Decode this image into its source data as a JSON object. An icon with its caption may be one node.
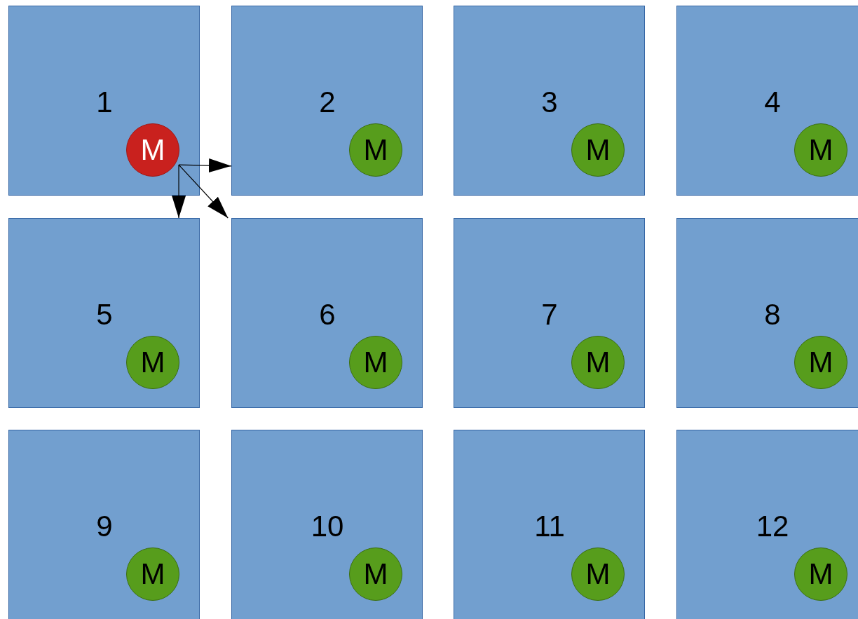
{
  "diagram": {
    "nodes": [
      {
        "text": [
          "1"
        ]
      },
      {
        "text": [
          "M"
        ],
        "in": 0
      },
      {
        "text": [
          "2"
        ]
      },
      {
        "text": [
          "M"
        ],
        "in": 2
      },
      {
        "text": [
          "3"
        ]
      },
      {
        "text": [
          "M"
        ],
        "in": 4
      },
      {
        "text": [
          "4"
        ]
      },
      {
        "text": [
          "M"
        ],
        "in": 6
      },
      {
        "text": [
          "5"
        ]
      },
      {
        "text": [
          "M"
        ],
        "in": 8
      },
      {
        "text": [
          "6"
        ]
      },
      {
        "text": [
          "M"
        ],
        "in": 10
      },
      {
        "text": [
          "7"
        ]
      },
      {
        "text": [
          "M"
        ],
        "in": 12
      },
      {
        "text": [
          "8"
        ]
      },
      {
        "text": [
          "M"
        ],
        "in": 14
      },
      {
        "text": [
          "9"
        ]
      },
      {
        "text": [
          "M"
        ],
        "in": 16
      },
      {
        "text": [
          "10"
        ]
      },
      {
        "text": [
          "M"
        ],
        "in": 18
      },
      {
        "text": [
          "11"
        ]
      },
      {
        "text": [
          "M"
        ],
        "in": 20
      },
      {
        "text": [
          "12"
        ]
      },
      {
        "text": [
          "M"
        ],
        "in": 22
      }
    ],
    "edges": [
      {
        "from": 1,
        "to": 2,
        "arrow": "to"
      },
      {
        "from": 1,
        "to": 8,
        "arrow": "to"
      },
      {
        "from": 1,
        "to": 10,
        "arrow": "to"
      }
    ]
  }
}
